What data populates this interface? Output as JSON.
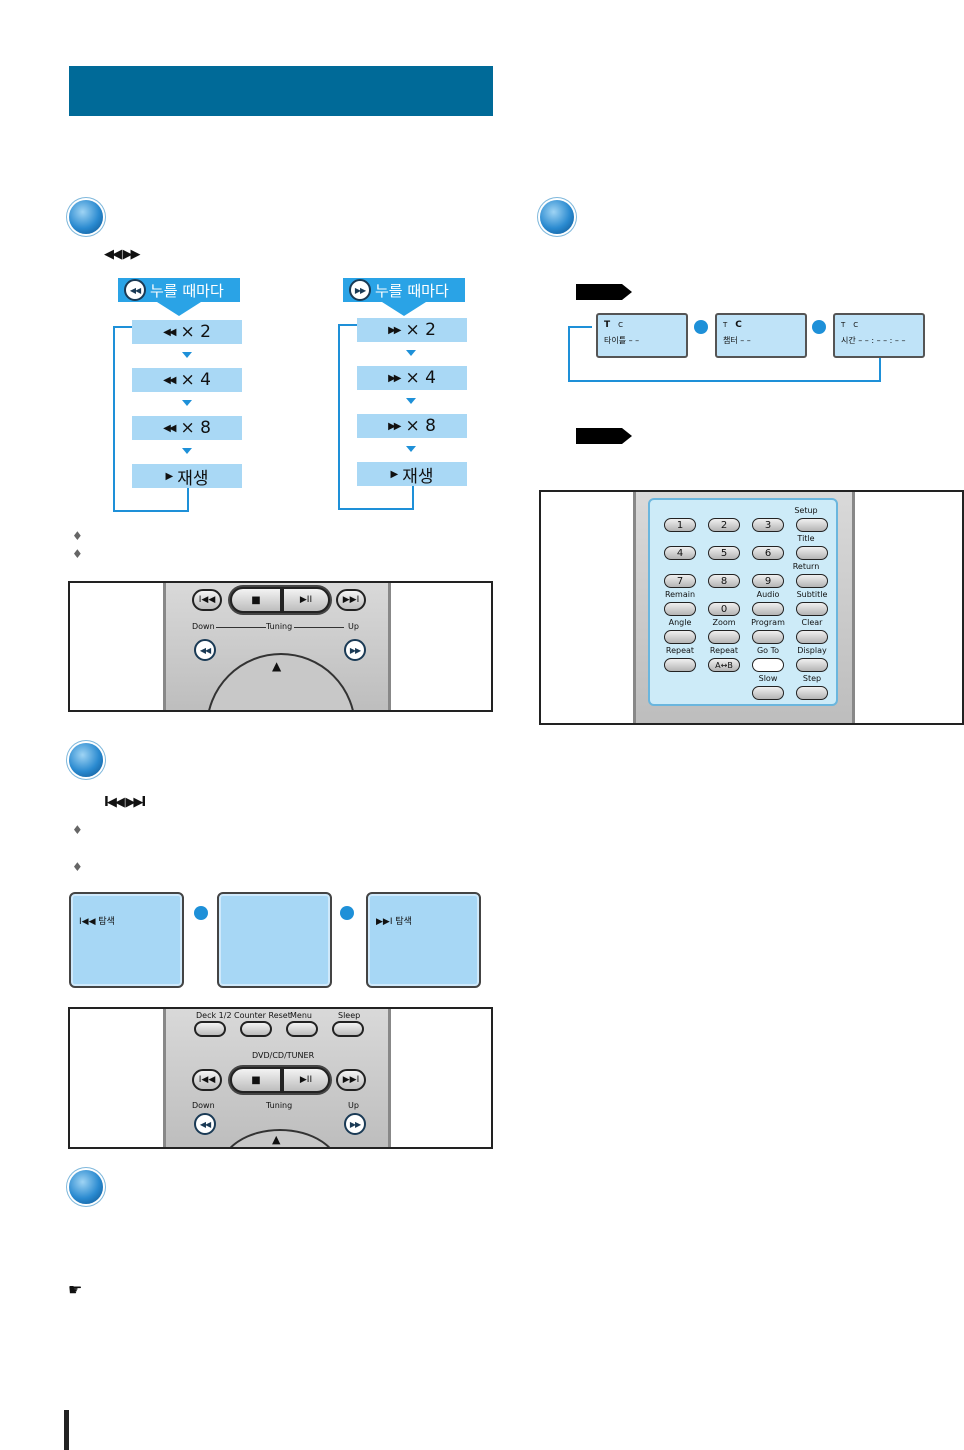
{
  "colors": {
    "header": "#006a98",
    "accent": "#1e90d8",
    "screen": "#a7d7f5"
  },
  "search_section": {
    "buttons_glyph": "◀◀  ▶▶",
    "rewind_banner": "누를 때마다",
    "forward_banner": "누를 때마다",
    "rewind_steps": [
      "× 2",
      "× 4",
      "× 8",
      "재생"
    ],
    "forward_steps": [
      "× 2",
      "× 4",
      "× 8",
      "재생"
    ],
    "remote_labels": {
      "down": "Down",
      "tuning": "Tuning",
      "up": "Up"
    }
  },
  "skip_section": {
    "buttons_glyph": "I◀◀  ▶▶I",
    "screens": [
      "I◀◀ 탐색",
      "",
      "▶▶I 탐색"
    ],
    "remote_labels": {
      "deck": "Deck 1/2",
      "counter_reset": "Counter Reset",
      "menu": "Menu",
      "sleep": "Sleep",
      "dvd_cd_tuner": "DVD/CD/TUNER",
      "down": "Down",
      "tuning": "Tuning",
      "up": "Up"
    }
  },
  "goto_section": {
    "screens": [
      "타이틀 – –",
      "챕터 – –",
      "시간 – – : – – : – –"
    ],
    "osd_t": "T",
    "osd_c": "C",
    "keypad": {
      "numbers": [
        "1",
        "2",
        "3",
        "4",
        "5",
        "6",
        "7",
        "8",
        "9",
        "0"
      ],
      "labels": {
        "setup": "Setup",
        "title": "Title",
        "return": "Return",
        "remain": "Remain",
        "audio": "Audio",
        "subtitle": "Subtitle",
        "angle": "Angle",
        "zoom": "Zoom",
        "program": "Program",
        "clear": "Clear",
        "repeat": "Repeat",
        "repeat_ab": "Repeat",
        "ab": "A↔B",
        "goto": "Go To",
        "display": "Display",
        "slow": "Slow",
        "step": "Step"
      }
    }
  },
  "note_icon": "pointing-hand-icon"
}
